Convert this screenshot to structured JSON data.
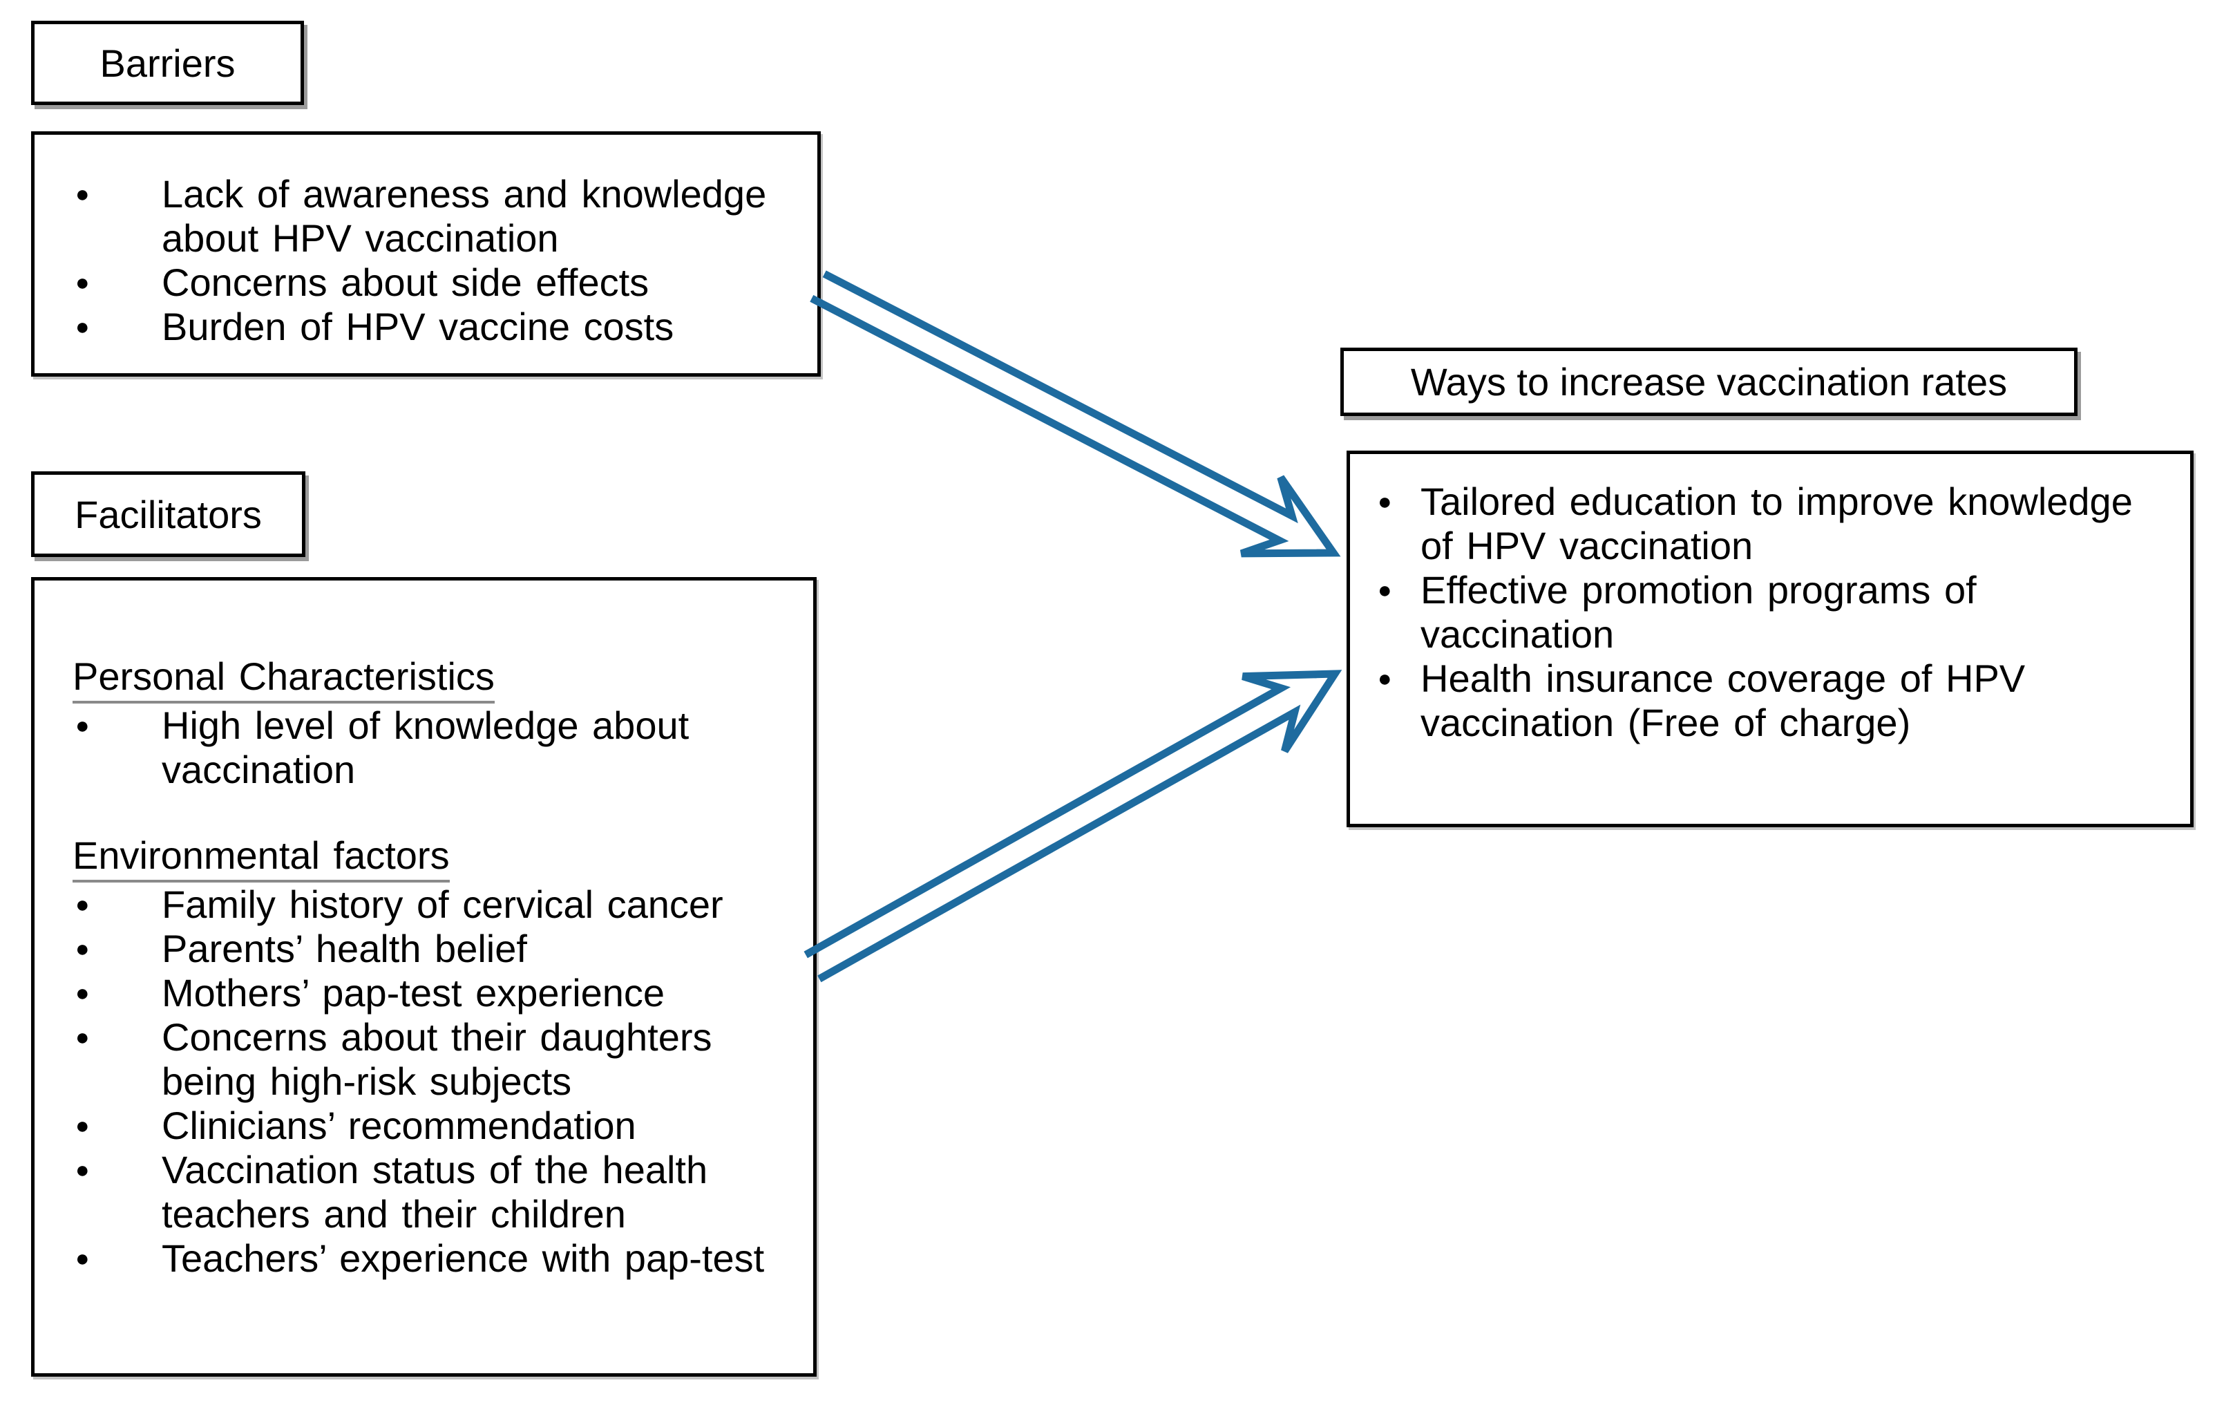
{
  "colors": {
    "arrow": "#1e6b9f",
    "box_border": "#000000",
    "heading_underline": "#8a8a8a"
  },
  "barriers": {
    "label": "Barriers",
    "items": [
      "Lack of awareness and knowledge about HPV vaccination",
      "Concerns about side effects",
      "Burden of HPV vaccine costs"
    ]
  },
  "facilitators": {
    "label": "Facilitators",
    "sections": [
      {
        "heading": "Personal Characteristics",
        "items": [
          "High level of knowledge about vaccination"
        ]
      },
      {
        "heading": "Environmental factors",
        "items": [
          "Family history of cervical cancer",
          "Parents’ health belief",
          "Mothers’ pap-test experience",
          "Concerns about their daughters being high-risk subjects",
          "Clinicians’ recommendation",
          "Vaccination status of the health teachers and their children",
          "Teachers’ experience with pap-test"
        ]
      }
    ]
  },
  "outcome": {
    "label": "Ways to increase vaccination rates",
    "items": [
      "Tailored education to improve knowledge of HPV vaccination",
      "Effective promotion programs of vaccination",
      "Health insurance coverage of HPV vaccination (Free of charge)"
    ]
  },
  "arrows": [
    {
      "description": "barriers to ways to increase vaccination rates"
    },
    {
      "description": "facilitators to ways to increase vaccination rates"
    }
  ]
}
